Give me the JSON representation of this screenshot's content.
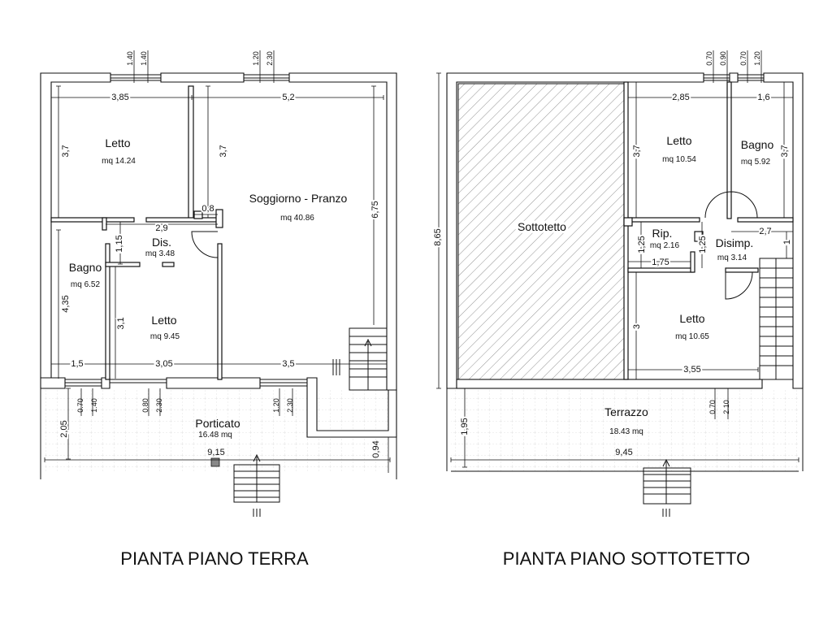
{
  "plans": [
    {
      "title": "PIANTA PIANO TERRA",
      "rooms": [
        {
          "name": "Letto",
          "area": "mq 14.24"
        },
        {
          "name": "Soggiorno - Pranzo",
          "area": "mq 40.86"
        },
        {
          "name": "Dis.",
          "area": "mq 3.48"
        },
        {
          "name": "Bagno",
          "area": "mq 6.52"
        },
        {
          "name": "Letto",
          "area": "mq 9.45"
        },
        {
          "name": "Porticato",
          "area": "16.48 mq"
        }
      ],
      "dimensions": [
        "3,85",
        "5,2",
        "3,7",
        "3,7",
        "0,8",
        "2,9",
        "1,15",
        "6,75",
        "4,35",
        "3,1",
        "1,5",
        "3,05",
        "3,5",
        "2,05",
        "9,15",
        "0,94"
      ],
      "openings": [
        "1.40",
        "1.40",
        "1.20",
        "2.30",
        "0.70",
        "1.40",
        "0.80",
        "2.30",
        "1.20",
        "2.30"
      ]
    },
    {
      "title": "PIANTA PIANO SOTTOTETTO",
      "rooms": [
        {
          "name": "Sottotetto",
          "area": ""
        },
        {
          "name": "Letto",
          "area": "mq 10.54"
        },
        {
          "name": "Bagno",
          "area": "mq 5.92"
        },
        {
          "name": "Rip.",
          "area": "mq 2.16"
        },
        {
          "name": "Disimp.",
          "area": "mq 3.14"
        },
        {
          "name": "Letto",
          "area": "mq 10.65"
        },
        {
          "name": "Terrazzo",
          "area": "18.43 mq"
        }
      ],
      "dimensions": [
        "2,85",
        "1,6",
        "3,7",
        "3,7",
        "8,65",
        "2,7",
        "1,25",
        "1,25",
        "1,75",
        "1",
        "3",
        "3,55",
        "1,95",
        "9,45"
      ],
      "openings": [
        "0.70",
        "0.90",
        "0.70",
        "1.20",
        "0.70",
        "2.10"
      ]
    }
  ]
}
